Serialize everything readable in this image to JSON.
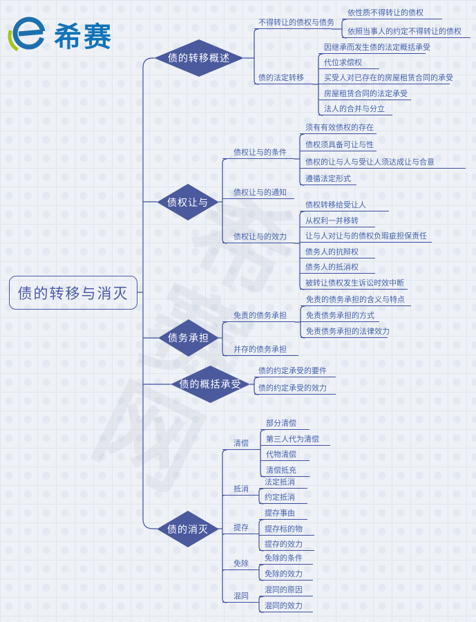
{
  "logo": {
    "brand": "希赛"
  },
  "watermark": "希赛网",
  "root": {
    "label": "债的转移与消灭"
  },
  "colors": {
    "diamond_fill": "#4b5a9d",
    "line": "#3d4fa0",
    "label_text": "#4463ae",
    "root_accent": "#4a5aa6",
    "logo_blue": "#1273b8",
    "logo_green": "#a3c614",
    "background": "#eef1f6"
  },
  "branches": [
    {
      "label": "债的转移概述",
      "children": [
        {
          "label": "不得转让的债权与债务",
          "children": [
            {
              "label": "依性质不得转让的债权"
            },
            {
              "label": "依照当事人的约定不得转让的债权"
            }
          ]
        },
        {
          "label": "债的法定转移",
          "children": [
            {
              "label": "因继承而发生债的法定概括承受"
            },
            {
              "label": "代位求偿权"
            },
            {
              "label": "买受人对已存在的房屋租赁合同的承受"
            },
            {
              "label": "房屋租赁合同的法定承受"
            },
            {
              "label": "法人的合并与分立"
            }
          ]
        }
      ]
    },
    {
      "label": "债权让与",
      "children": [
        {
          "label": "债权让与的条件",
          "children": [
            {
              "label": "须有有效债权的存在"
            },
            {
              "label": "债权须具备可让与性"
            },
            {
              "label": "债权的让与人与受让人须达成让与合意"
            },
            {
              "label": "遵循法定形式"
            }
          ]
        },
        {
          "label": "债权让与的通知",
          "children": []
        },
        {
          "label": "债权让与的效力",
          "children": [
            {
              "label": "债权转移给受让人"
            },
            {
              "label": "从权利一并移转"
            },
            {
              "label": "让与人对让与的债权负瑕疵担保责任"
            },
            {
              "label": "债务人的抗辩权"
            },
            {
              "label": "债务人的抵消权"
            },
            {
              "label": "被转让债权发生诉讼时效中断"
            }
          ]
        }
      ]
    },
    {
      "label": "债务承担",
      "children": [
        {
          "label": "免责的债务承担",
          "children": [
            {
              "label": "免责的债务承担的含义与特点"
            },
            {
              "label": "免责债务承担的方式"
            },
            {
              "label": "免责债务承担的法律效力"
            }
          ]
        },
        {
          "label": "并存的债务承担",
          "children": []
        }
      ]
    },
    {
      "label": "债的概括承受",
      "children": [
        {
          "label": "债的约定承受的要件",
          "children": []
        },
        {
          "label": "债的约定承受的效力",
          "children": []
        }
      ]
    },
    {
      "label": "债的消灭",
      "children": [
        {
          "label": "清偿",
          "children": [
            {
              "label": "部分清偿"
            },
            {
              "label": "第三人代为清偿"
            },
            {
              "label": "代物清偿"
            },
            {
              "label": "清偿抵充"
            }
          ]
        },
        {
          "label": "抵消",
          "children": [
            {
              "label": "法定抵消"
            },
            {
              "label": "约定抵消"
            }
          ]
        },
        {
          "label": "提存",
          "children": [
            {
              "label": "提存事由"
            },
            {
              "label": "提存标的物"
            },
            {
              "label": "提存的效力"
            }
          ]
        },
        {
          "label": "免除",
          "children": [
            {
              "label": "免除的条件"
            },
            {
              "label": "免除的效力"
            }
          ]
        },
        {
          "label": "混同",
          "children": [
            {
              "label": "混同的原因"
            },
            {
              "label": "混同的效力"
            }
          ]
        }
      ]
    }
  ]
}
